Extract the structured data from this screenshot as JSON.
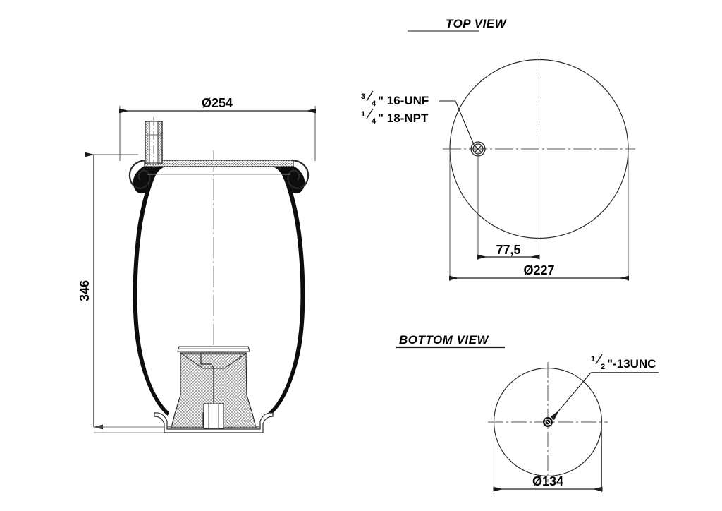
{
  "drawing": {
    "title_top_view": "TOP  VIEW",
    "title_bottom_view": "BOTTOM  VIEW",
    "colors": {
      "line": "#1a1a1a",
      "thin_line": "#555555",
      "center_line": "#555555",
      "hatch": "#808080",
      "underline_top": "#8a8a8a",
      "underline_bottom": "#1a1a1a"
    }
  },
  "front_view": {
    "dim_width_label": "Ø254",
    "dim_height_label": "346"
  },
  "top_view": {
    "callout_line1_num": "3",
    "callout_line1_den": "4",
    "callout_line1_text": "\" 16-UNF",
    "callout_line2_num": "1",
    "callout_line2_den": "4",
    "callout_line2_text": "\" 18-NPT",
    "dim_offset_label": "77,5",
    "dim_diameter_label": "Ø227"
  },
  "bottom_view": {
    "callout_num": "1",
    "callout_den": "2",
    "callout_text": "\"-13UNC",
    "dim_diameter_label": "Ø134"
  }
}
